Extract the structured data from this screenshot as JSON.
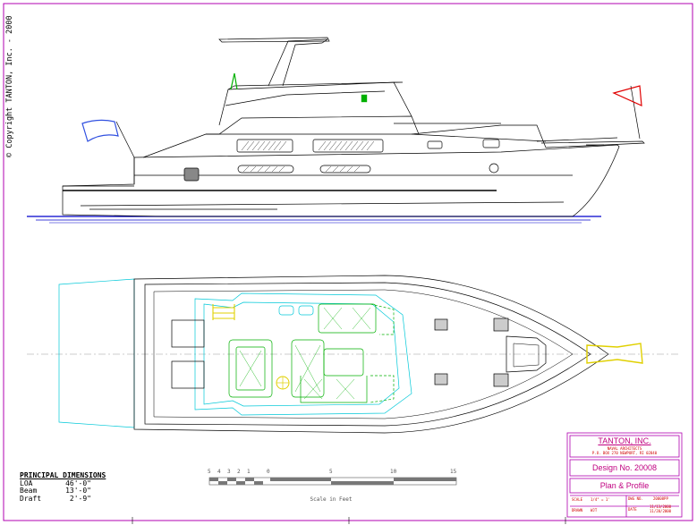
{
  "copyright": "© Copyright TANTON, Inc. - 2000",
  "dimensions": {
    "heading": "PRINCIPAL DIMENSIONS",
    "rows": [
      {
        "label": "LOA",
        "value": "46'-0\""
      },
      {
        "label": "Beam",
        "value": "13'-0\""
      },
      {
        "label": "Draft",
        "value": "2'-9\""
      }
    ]
  },
  "scale": {
    "ticks": [
      "5",
      "4",
      "3",
      "2",
      "1",
      "0",
      "5",
      "10",
      "15"
    ],
    "caption": "Scale in Feet"
  },
  "title_block": {
    "company": "TANTON, INC.",
    "address1": "NAVAL ARCHITECTS",
    "address2": "P.O. BOX 270 NEWPORT, RI 02840",
    "design": "Design No. 20008",
    "sheet_title": "Plan & Profile",
    "scale_label": "SCALE",
    "scale_value": "1/4\" = 1'",
    "drawn_label": "DRAWN",
    "drawn_value": "WJT",
    "dwg_label": "DWG NO.",
    "dwg_value": "20008PP",
    "date_label": "DATE",
    "date_value1": "11/13/2000",
    "date_value2": "11/20/2000"
  },
  "colors": {
    "frame": "#b000b0",
    "hull_line": "#000000",
    "waterline": "#0000cc",
    "deck_cyan": "#00c8d8",
    "furniture_green": "#00b000",
    "hardware_yellow": "#e0d000",
    "flag_blue": "#3050e0",
    "pennant_red": "#e00000"
  }
}
